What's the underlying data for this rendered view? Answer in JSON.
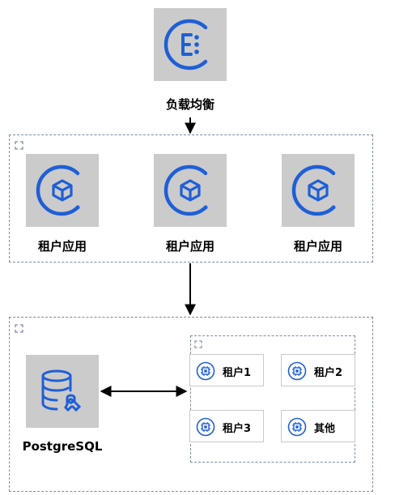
{
  "nodes": {
    "load_balancer": {
      "label": "负载均衡",
      "icon": "load-balancer-icon"
    },
    "tenant_apps": [
      {
        "label": "租户应用",
        "icon": "cube-icon"
      },
      {
        "label": "租户应用",
        "icon": "cube-icon"
      },
      {
        "label": "租户应用",
        "icon": "cube-icon"
      }
    ],
    "database": {
      "label": "PostgreSQL",
      "icon": "database-icon"
    },
    "tenants": [
      {
        "label": "租户1",
        "icon": "chip-icon"
      },
      {
        "label": "租户2",
        "icon": "chip-icon"
      },
      {
        "label": "租户3",
        "icon": "chip-icon"
      },
      {
        "label": "其他",
        "icon": "chip-icon"
      }
    ]
  },
  "colors": {
    "accent": "#1f5fd6",
    "tile": "#cbcbcb",
    "group_border": "#7b8ea6"
  }
}
